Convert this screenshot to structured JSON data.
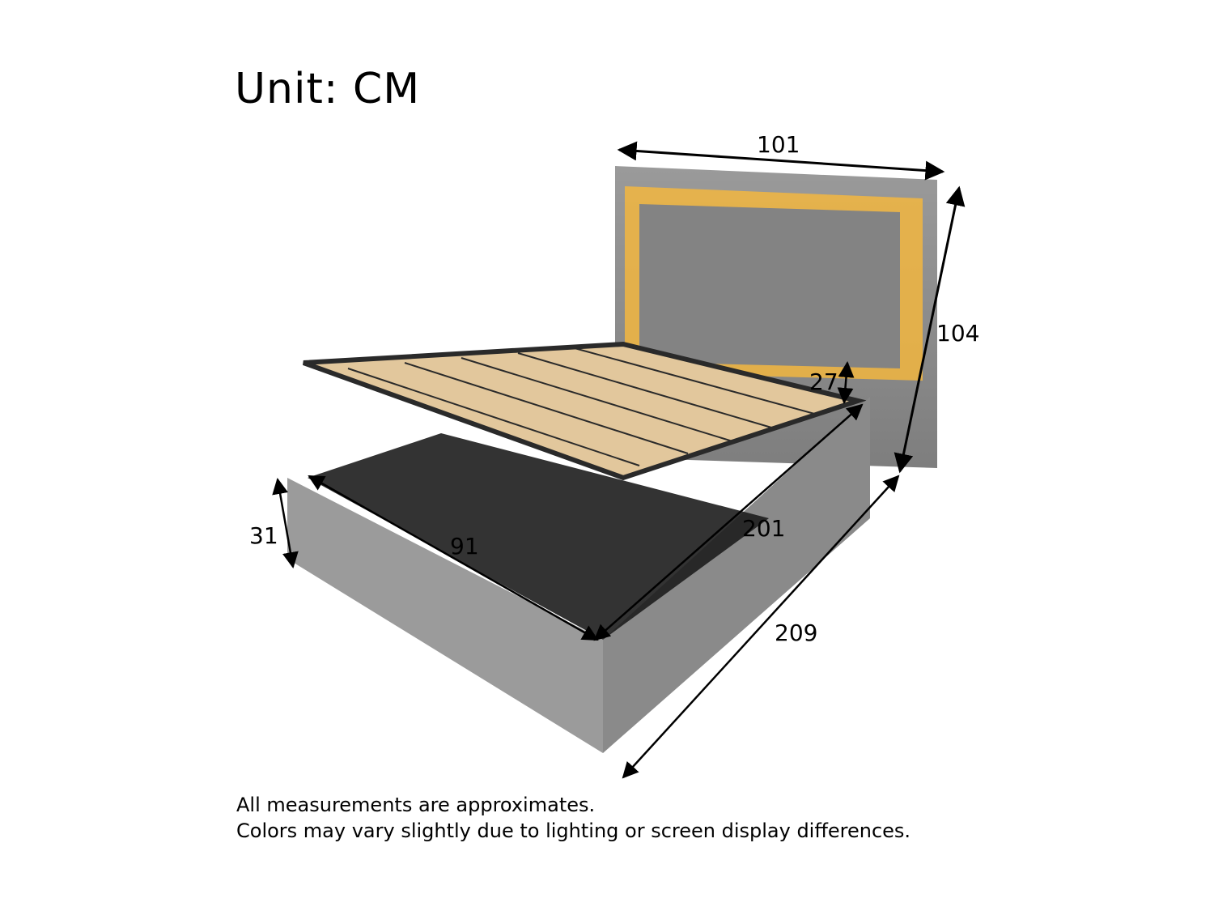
{
  "header": {
    "title": "Unit: CM"
  },
  "dimensions": {
    "headboard_width": "101",
    "total_height": "104",
    "headboard_clearance": "27",
    "side_height": "31",
    "inner_width": "91",
    "inner_length": "201",
    "total_length": "209"
  },
  "notes": {
    "line1": "All measurements are approximates.",
    "line2": "Colors may vary slightly due to lighting or screen display differences."
  },
  "colors": {
    "upholstery": "#8e8e8e",
    "led_glow": "#f2b640",
    "slats": "#e2c79c",
    "frame": "#2a2a2a"
  }
}
